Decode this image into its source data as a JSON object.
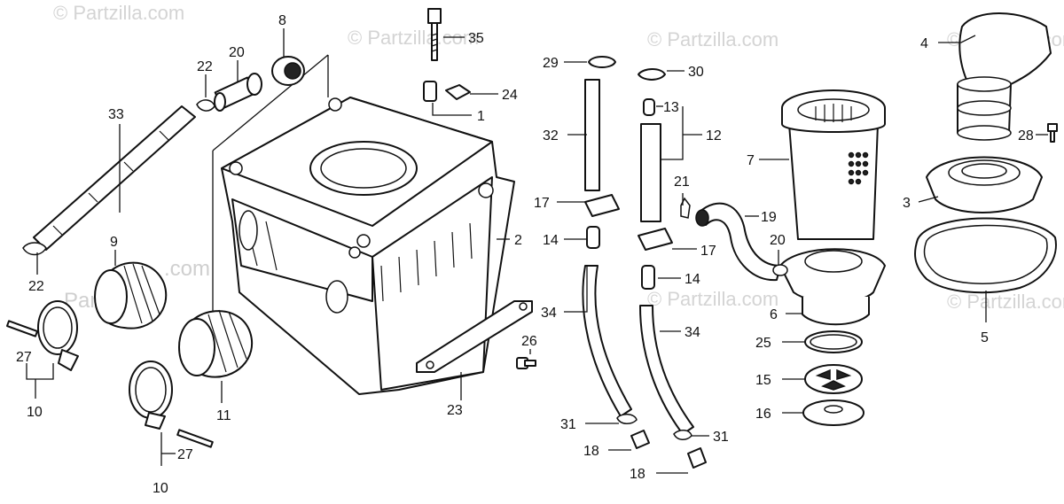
{
  "watermark": "© Partzilla.com",
  "watermark_split": {
    "left": "Par",
    "right": ".com"
  },
  "callouts": {
    "c1": "1",
    "c2": "2",
    "c3": "3",
    "c4": "4",
    "c5": "5",
    "c6": "6",
    "c7": "7",
    "c8": "8",
    "c9": "9",
    "c10a": "10",
    "c10b": "10",
    "c11": "11",
    "c12": "12",
    "c13": "13",
    "c14a": "14",
    "c14b": "14",
    "c15": "15",
    "c16": "16",
    "c17a": "17",
    "c17b": "17",
    "c18a": "18",
    "c18b": "18",
    "c19": "19",
    "c20a": "20",
    "c20b": "20",
    "c21": "21",
    "c22a": "22",
    "c22b": "22",
    "c23": "23",
    "c24": "24",
    "c25": "25",
    "c26": "26",
    "c27a": "27",
    "c27b": "27",
    "c28": "28",
    "c29": "29",
    "c30": "30",
    "c31a": "31",
    "c31b": "31",
    "c32": "32",
    "c33": "33",
    "c34a": "34",
    "c34b": "34",
    "c35": "35"
  }
}
